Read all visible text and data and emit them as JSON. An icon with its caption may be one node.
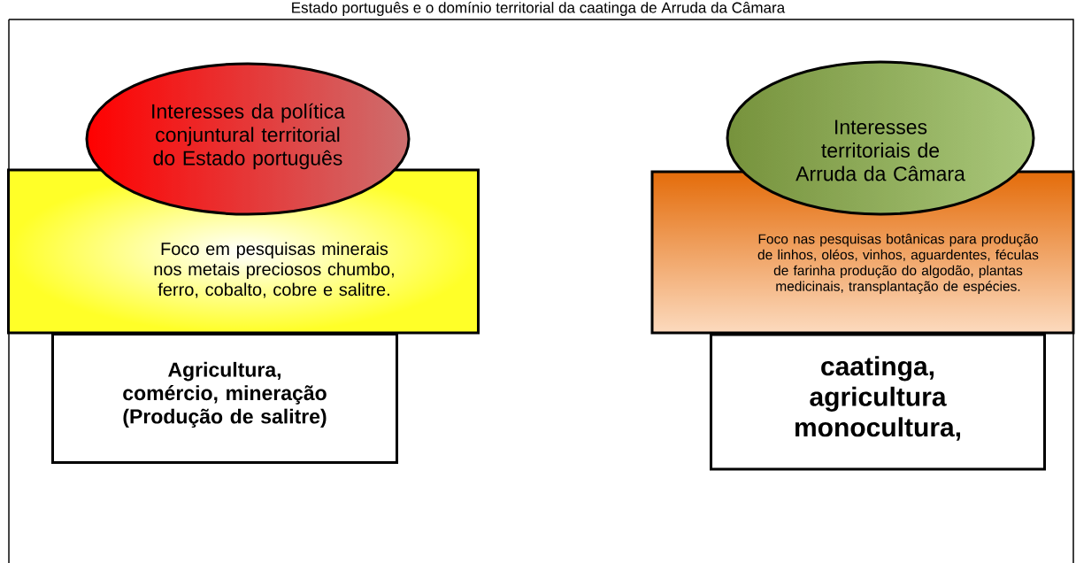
{
  "diagram": {
    "title": "Estado português e o domínio territorial da caatinga de Arruda da Câmara",
    "nodes": [
      {
        "text": [
          "Interesses da política conjuntural territorial do Estado português"
        ]
      },
      {
        "text": [
          "Foco em pesquisas minerais nos metais preciosos chumbo, ferro, cobalto, cobre e salitre."
        ]
      },
      {
        "text": [
          "Agricultura, comércio, mineração (Produção de salitre)"
        ]
      },
      {
        "text": [
          "Interesses territoriais de Arruda da Câmara"
        ]
      },
      {
        "text": [
          "Foco nas pesquisas botânicas para produção de linhos, oléos, vinhos, aguardentes, féculas de farinha produção do algodão, plantas medicinais, transplantação de espécies."
        ]
      },
      {
        "text": [
          "caatinga, agricultura monocultura,"
        ]
      }
    ],
    "edges": []
  }
}
